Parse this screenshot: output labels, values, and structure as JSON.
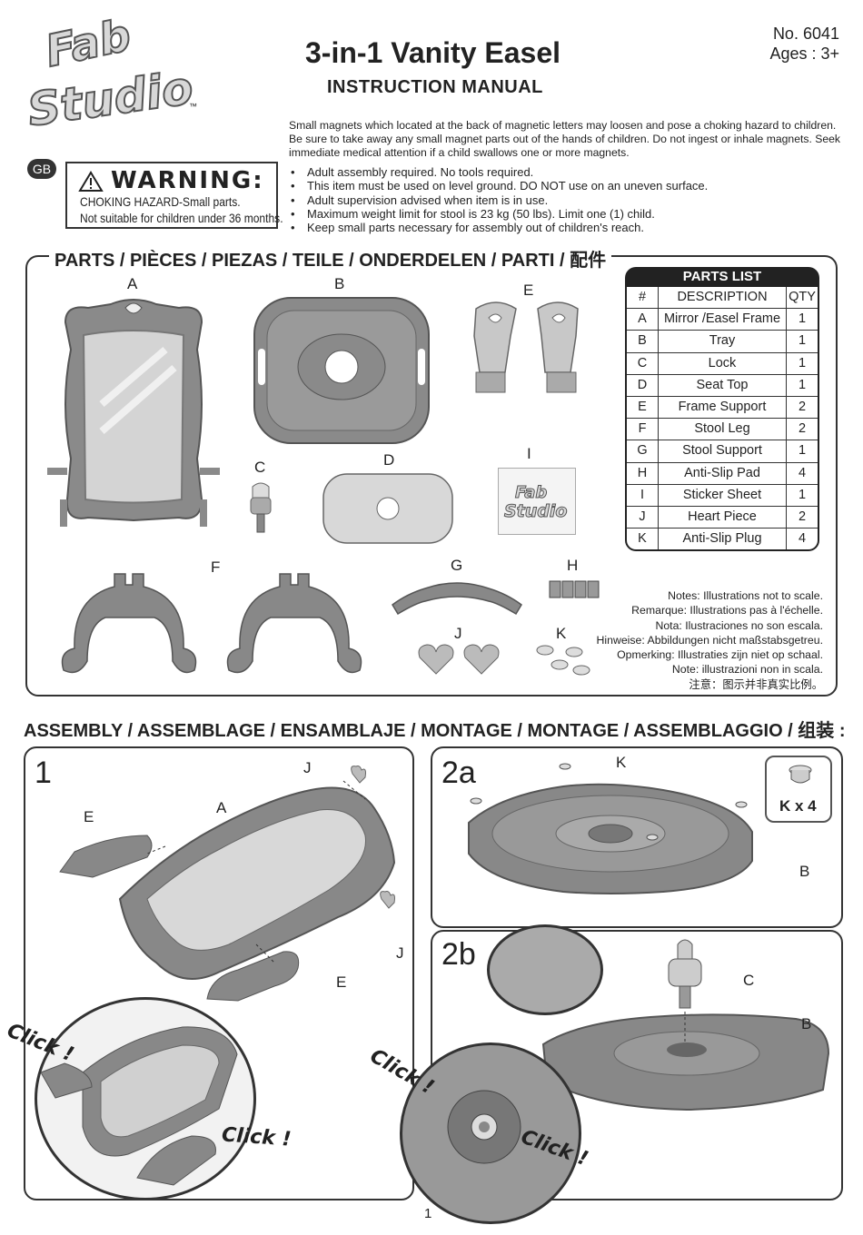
{
  "brand": {
    "line1": "Fab",
    "line2": "Studio",
    "tm": "™"
  },
  "header": {
    "title": "3-in-1 Vanity Easel",
    "subtitle": "INSTRUCTION MANUAL",
    "model_no": "No. 6041",
    "ages": "Ages : 3+"
  },
  "language_badge": "GB",
  "warning": {
    "heading": "WARNING:",
    "line1": "CHOKING HAZARD-Small parts.",
    "line2": "Not suitable for children under 36 months."
  },
  "magnet_warning": "Small magnets which located at the back of magnetic letters may loosen and pose a choking hazard to children. Be sure to take away any small magnet parts out of the hands of children. Do not ingest or inhale magnets. Seek immediate medical attention if a child swallows one or more magnets.",
  "bullets": [
    "Adult assembly required. No tools required.",
    "This item must be used on level ground. DO NOT use on an uneven surface.",
    "Adult supervision advised when item is in use.",
    "Maximum weight limit for stool is 23 kg (50 lbs). Limit one (1) child.",
    "Keep small parts necessary for assembly out of children's reach."
  ],
  "parts_section_title": "PARTS / PIÈCES / PIEZAS / TEILE / ONDERDELEN / PARTI / 配件",
  "part_labels": {
    "A": "A",
    "B": "B",
    "C": "C",
    "D": "D",
    "E": "E",
    "F": "F",
    "G": "G",
    "H": "H",
    "I": "I",
    "J": "J",
    "K": "K"
  },
  "sticker_text": {
    "line1": "Fab",
    "line2": "Studio"
  },
  "parts_list": {
    "title": "PARTS LIST",
    "headers": [
      "#",
      "DESCRIPTION",
      "QTY"
    ],
    "rows": [
      [
        "A",
        "Mirror /Easel Frame",
        "1"
      ],
      [
        "B",
        "Tray",
        "1"
      ],
      [
        "C",
        "Lock",
        "1"
      ],
      [
        "D",
        "Seat Top",
        "1"
      ],
      [
        "E",
        "Frame Support",
        "2"
      ],
      [
        "F",
        "Stool Leg",
        "2"
      ],
      [
        "G",
        "Stool Support",
        "1"
      ],
      [
        "H",
        "Anti-Slip Pad",
        "4"
      ],
      [
        "I",
        "Sticker Sheet",
        "1"
      ],
      [
        "J",
        "Heart Piece",
        "2"
      ],
      [
        "K",
        "Anti-Slip Plug",
        "4"
      ]
    ]
  },
  "notes": [
    "Notes: Illustrations not to scale.",
    "Remarque: Illustrations pas à l'échelle.",
    "Nota: Ilustraciones no son escala.",
    "Hinweise: Abbildungen nicht maßstabsgetreu.",
    "Opmerking: Illustraties zijn niet op schaal.",
    "Note: illustrazioni non in scala.",
    "注意：图示并非真实比例。"
  ],
  "assembly_title": "ASSEMBLY / ASSEMBLAGE / ENSAMBLAJE / MONTAGE / MONTAGE / ASSEMBLAGGIO / 组装 :",
  "steps": {
    "s1": "1",
    "s2a": "2a",
    "s2b": "2b"
  },
  "callouts": {
    "s1_J_top": "J",
    "s1_A": "A",
    "s1_E_left": "E",
    "s1_J_right": "J",
    "s1_E_bottom": "E",
    "s2a_K": "K",
    "s2a_B": "B",
    "s2b_C": "C",
    "s2b_B": "B"
  },
  "kx4": "K x 4",
  "click_labels": [
    "Click !",
    "Click !",
    "Click !",
    "Click !"
  ],
  "page_number": "1"
}
